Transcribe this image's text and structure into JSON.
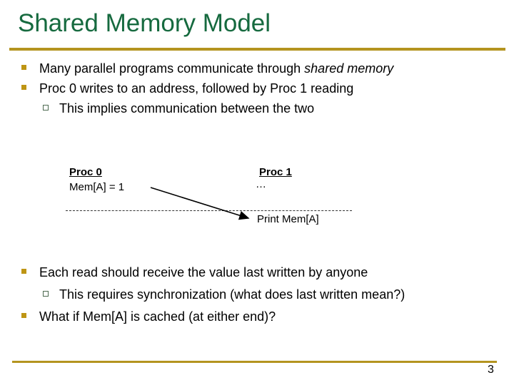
{
  "title": "Shared Memory Model",
  "page_number": "3",
  "bullets_top": {
    "b1_text": "Many parallel programs communicate through ",
    "b1_italic": "shared memory",
    "b2": "Proc 0 writes to an address, followed by Proc 1 reading",
    "b3": "This implies communication between the two"
  },
  "diagram": {
    "proc0_title": "Proc 0",
    "proc0_action": "Mem[A] = 1",
    "proc1_title": "Proc 1",
    "proc1_action": "…",
    "print_label": "Print Mem[A]"
  },
  "bullets_bottom": {
    "b1": "Each read should receive the value last written by anyone",
    "b2": "This requires synchronization (what does last written mean?)",
    "b3": "What if Mem[A] is cached (at either end)?"
  },
  "colors": {
    "title_green": "#166A3F",
    "rule_gold": "#B4941F",
    "bullet_gold": "#BE9514",
    "subbullet_outline": "#4D6A50",
    "body_text": "#000000"
  }
}
